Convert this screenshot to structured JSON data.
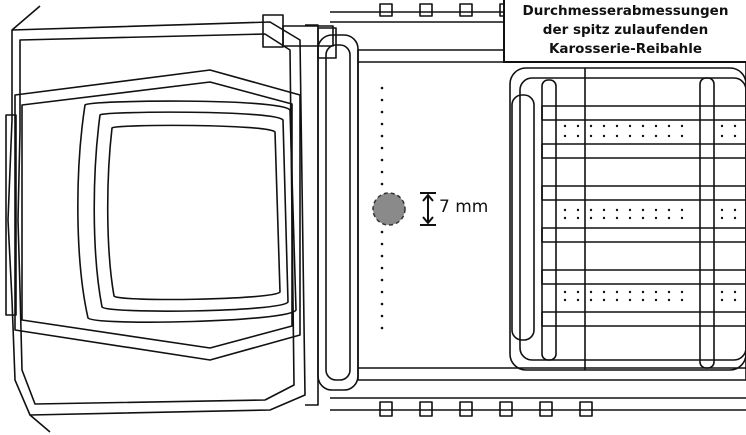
{
  "caption": {
    "line1": "Durchmesserabmessungen",
    "line2": "der spitz zulaufenden",
    "line3": "Karosserie-Reibahle"
  },
  "measurement": {
    "label": "7 mm"
  }
}
